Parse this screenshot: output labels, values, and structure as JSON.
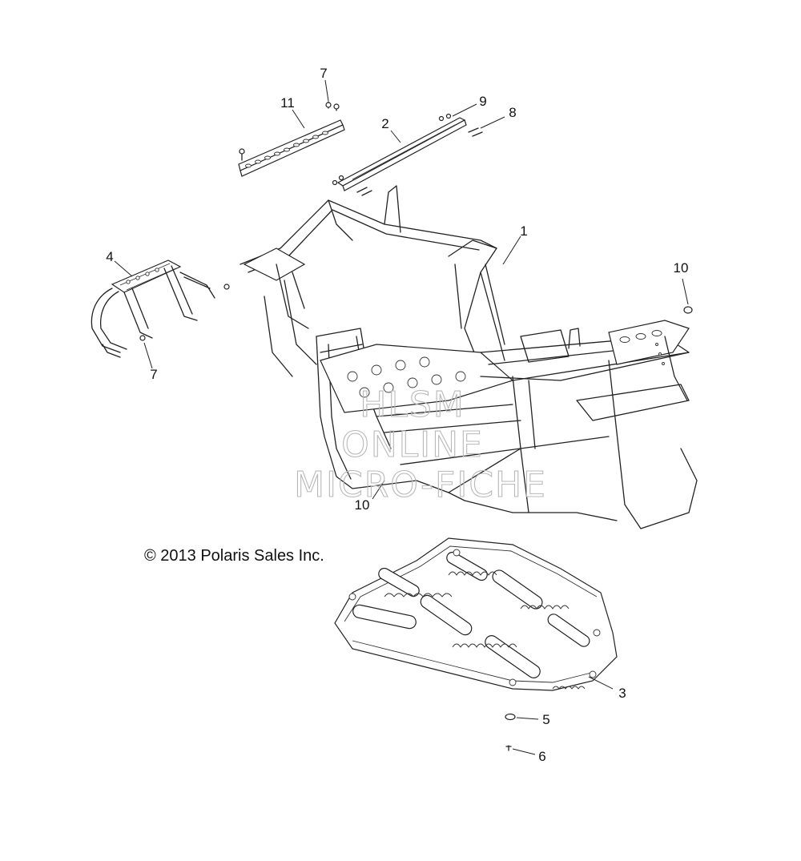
{
  "callouts": {
    "c1": "1",
    "c2": "2",
    "c3": "3",
    "c4": "4",
    "c5": "5",
    "c6": "6",
    "c7a": "7",
    "c7b": "7",
    "c8": "8",
    "c9": "9",
    "c10a": "10",
    "c10b": "10",
    "c11": "11"
  },
  "copyright": "© 2013 Polaris Sales Inc.",
  "watermark": {
    "line1": "HLSM",
    "line2": "ONLINE",
    "line3": "MICRO-FICHE"
  }
}
